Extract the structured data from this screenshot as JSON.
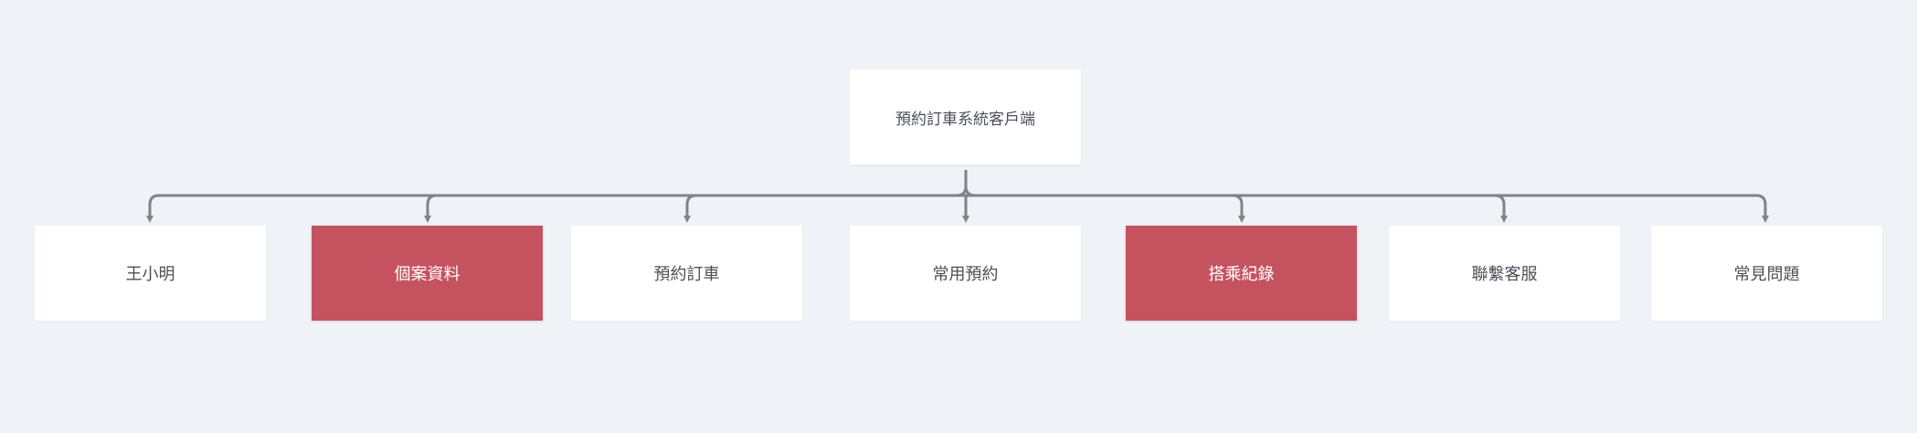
{
  "root": {
    "label": "預約訂車系統客戶端"
  },
  "children": [
    {
      "label": "王小明",
      "highlighted": false
    },
    {
      "label": "個案資料",
      "highlighted": true
    },
    {
      "label": "預約訂車",
      "highlighted": false
    },
    {
      "label": "常用預約",
      "highlighted": false
    },
    {
      "label": "搭乘紀錄",
      "highlighted": true
    },
    {
      "label": "聯繫客服",
      "highlighted": false
    },
    {
      "label": "常見問題",
      "highlighted": false
    }
  ],
  "colors": {
    "background": "#eff2f7",
    "node": "#ffffff",
    "highlight": "#c5525f",
    "connector": "#7d848c",
    "text": "#4a4f58"
  }
}
